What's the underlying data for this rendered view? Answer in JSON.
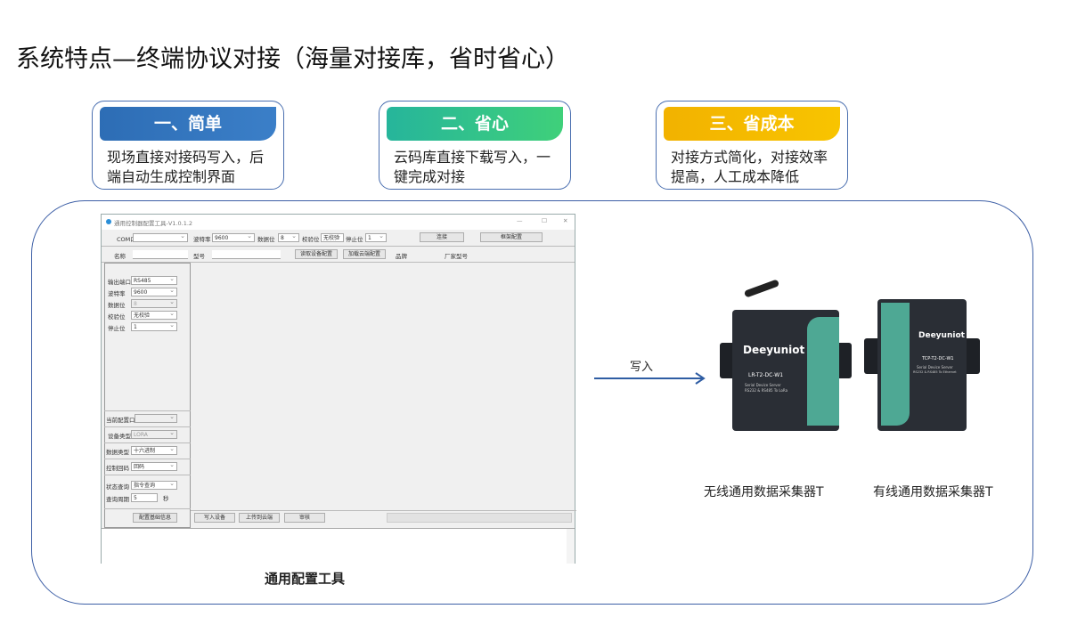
{
  "title": "系统特点—终端协议对接（海量对接库，省时省心）",
  "cards": [
    {
      "heading": "一、简单",
      "desc": "现场直接对接码写入，后端自动生成控制界面",
      "color": "#2d6db5"
    },
    {
      "heading": "二、省心",
      "desc": "云码库直接下载写入，一键完成对接",
      "color": "#2fbf8c"
    },
    {
      "heading": "三、省成本",
      "desc": "对接方式简化，对接效率提高，人工成本降低",
      "color": "#f4b400"
    }
  ],
  "window": {
    "title": "通用控制器配置工具-V1.0.1.2",
    "com_label": "COM口",
    "com_value": "",
    "baud_label": "波特率",
    "baud_value": "9600",
    "databits_label": "数据位",
    "databits_value": "8",
    "parity_label": "校验位",
    "parity_value": "无校验",
    "stopbits_label": "停止位",
    "stopbits_value": "1",
    "connect": "连接",
    "frame_config": "框架配置",
    "name_label": "名称",
    "model_label": "型号",
    "read_config": "读取设备配置",
    "load_cloud": "加载云端配置",
    "brand_label": "品牌",
    "vendor_model_label": "厂家型号",
    "left": {
      "out_port_label": "输出端口",
      "out_port_value": "RS485",
      "baud_label": "波特率",
      "baud_value": "9600",
      "databits_label": "数据位",
      "databits_value": "8",
      "parity_label": "校验位",
      "parity_value": "无校验",
      "stopbits_label": "停止位",
      "stopbits_value": "1",
      "cur_port_label": "当前配置口",
      "cur_port_value": "",
      "dev_type_label": "设备类型",
      "dev_type_value": "LORA",
      "data_type_label": "数据类型",
      "data_type_value": "十六进制",
      "ctrl_code_label": "控制回码",
      "ctrl_code_value": "回码",
      "status_label": "状态查询",
      "status_value": "指令查询",
      "period_label": "查询周期",
      "period_value": "5",
      "period_unit": "秒",
      "basic_info": "配置基础信息"
    },
    "write_device": "写入设备",
    "upload_cloud": "上传到云端",
    "audit": "审核"
  },
  "tool_caption": "通用配置工具",
  "arrow_label": "写入",
  "devices": [
    {
      "brand": "Deeyuniot",
      "model": "LR-T2-DC-W1",
      "sub": "Serial Device Server",
      "sub2": "RS232 & RS485 To LoRa",
      "caption": "无线通用数据采集器T"
    },
    {
      "brand": "Deeyuniot",
      "model": "TCP-T2-DC-W1",
      "sub": "Serial Device Server",
      "sub2": "RS232 & RS485 To Ethernet",
      "caption": "有线通用数据采集器T"
    }
  ]
}
